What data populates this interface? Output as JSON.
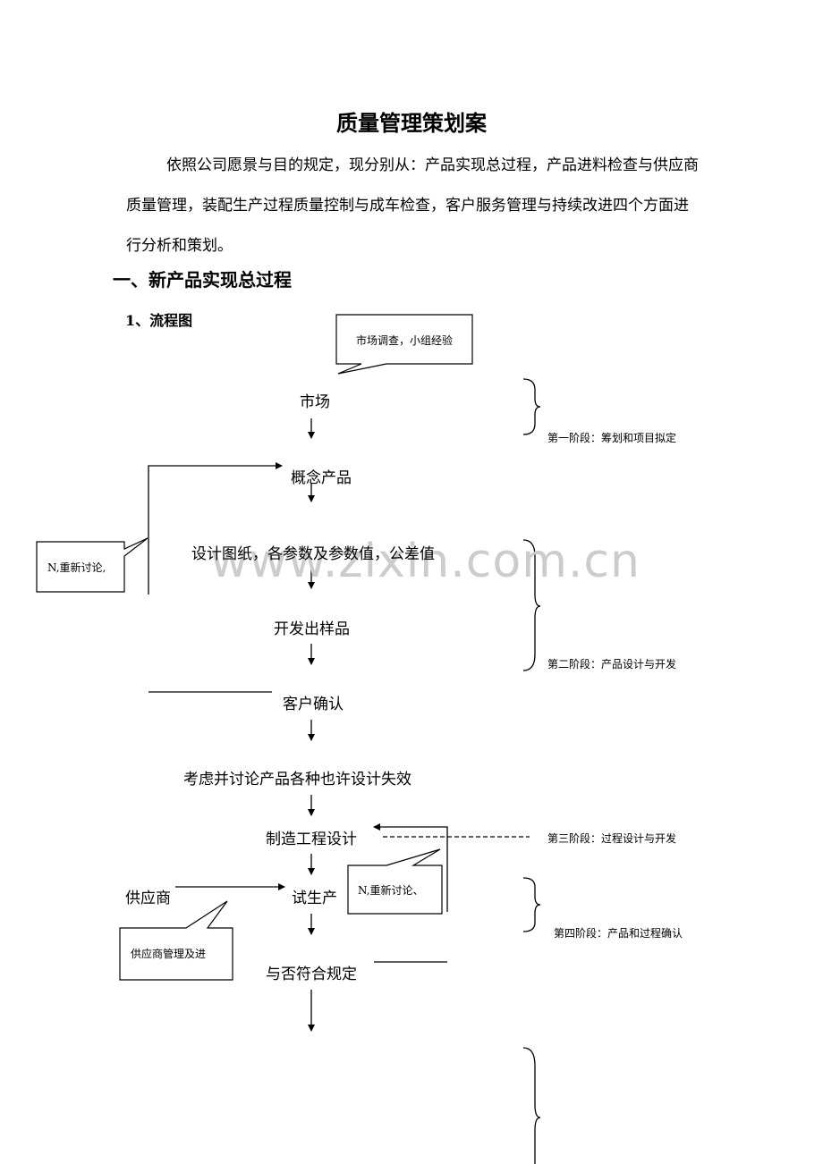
{
  "title": "质量管理策划案",
  "intro": "依照公司愿景与目的规定，现分别从：产品实现总过程，产品进料检查与供应商质量管理，装配生产过程质量控制与成车检查，客户服务管理与持续改进四个方面进行分析和策划。",
  "section1": "一、新产品实现总过程",
  "subsection1": "1、流程图",
  "watermark": "www.zixin.com.cn",
  "flow": {
    "callout_market": "市场调查，小组经验",
    "node_market": "市场",
    "node_concept": "概念产品",
    "node_design": "设计图纸，各参数及参数值，公差值",
    "node_sample": "开发出样品",
    "node_confirm": "客户确认",
    "node_failure": "考虑并讨论产品各种也许设计失效",
    "node_mfg": "制造工程设计",
    "node_supplier": "供应商",
    "node_trial": "试生产",
    "node_conform": "与否符合规定",
    "callout_rediscuss_1": "N,重新讨论,",
    "callout_rediscuss_2": "N,重新讨论、",
    "callout_supplier_mgmt": "供应商管理及进"
  },
  "stages": {
    "stage1": "第一阶段：筹划和项目拟定",
    "stage2": "第二阶段：产品设计与开发",
    "stage3": "第三阶段：过程设计与开发",
    "stage4": "第四阶段：产品和过程确认"
  }
}
